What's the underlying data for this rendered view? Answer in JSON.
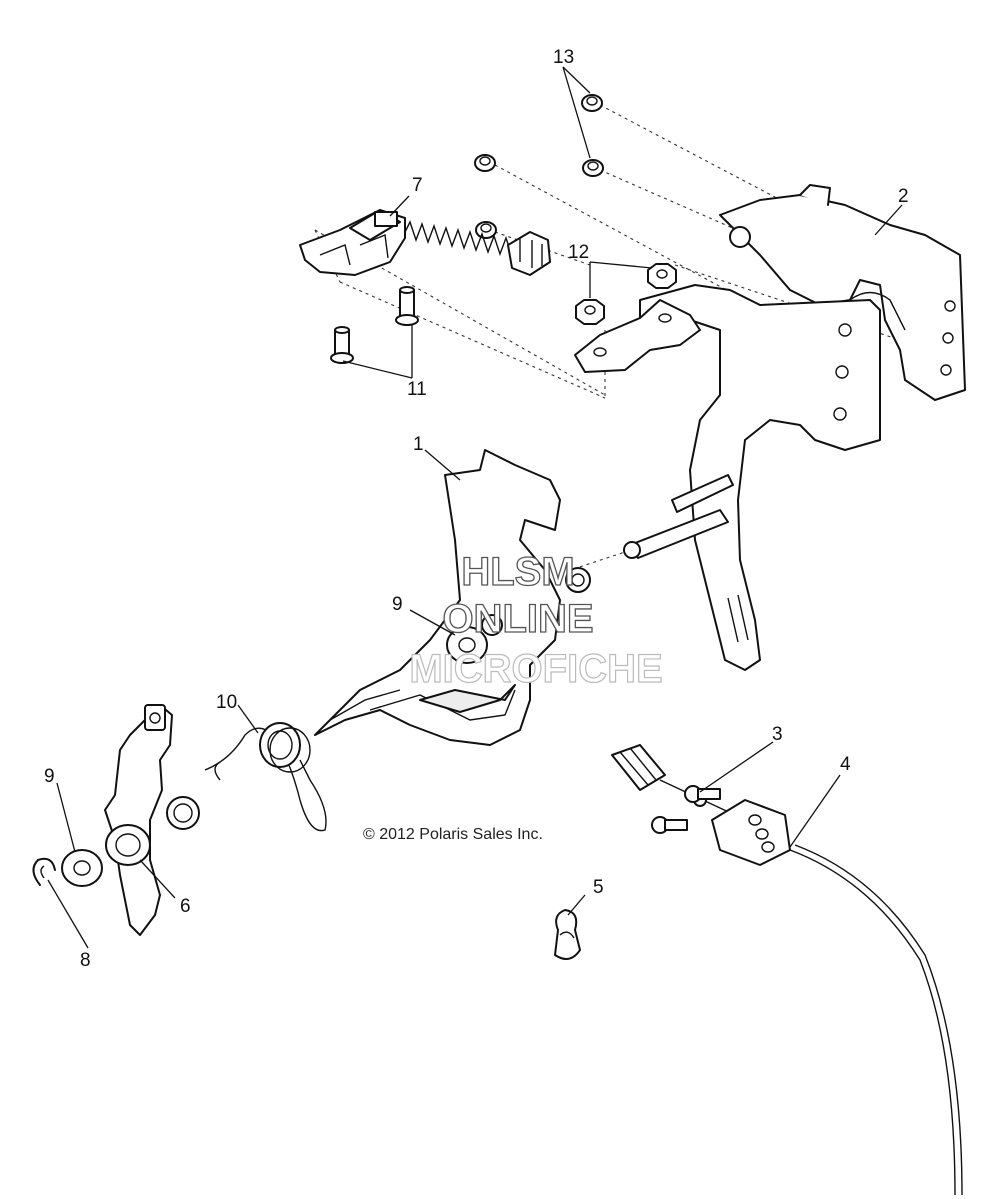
{
  "callouts": {
    "n1": "1",
    "n2": "2",
    "n3": "3",
    "n4": "4",
    "n5": "5",
    "n6": "6",
    "n7": "7",
    "n8": "8",
    "n9a": "9",
    "n9b": "9",
    "n10": "10",
    "n11": "11",
    "n12": "12",
    "n13": "13"
  },
  "copyright": "© 2012 Polaris Sales Inc.",
  "watermark": {
    "line1": "HLSM",
    "line2": "ONLINE",
    "line3": "MICROFICHE"
  }
}
